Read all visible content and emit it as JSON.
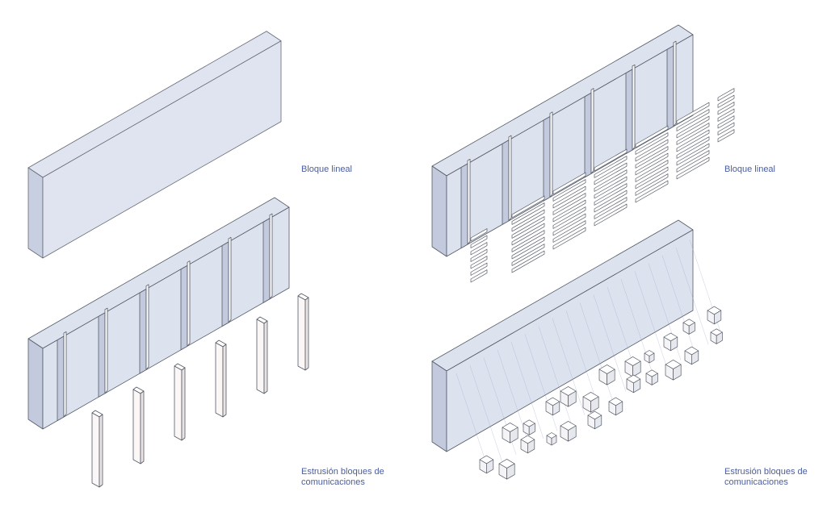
{
  "colors": {
    "face": "#dde2ef",
    "face_dark": "#c3cade",
    "stroke": "#555b66",
    "label": "#4a5e9e"
  },
  "left_panel": {
    "top_label": "Bloque lineal",
    "bottom_label_line1": "Estrusión bloques de",
    "bottom_label_line2": "comunicaciones"
  },
  "right_panel": {
    "top_label": "Bloque lineal",
    "bottom_label_line1": "Estrusión bloques de",
    "bottom_label_line2": "comunicaciones"
  }
}
